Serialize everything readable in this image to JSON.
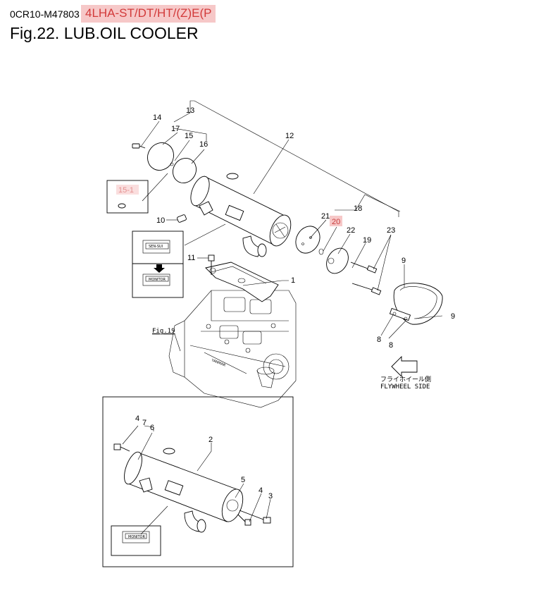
{
  "header": {
    "doc_code": "0CR10-M47803",
    "model": "4LHA-ST/DT/HT/(Z)E(P",
    "title": "Fig.22.  LUB.OIL COOLER"
  },
  "callouts": {
    "c1": "1",
    "c2": "2",
    "c3": "3",
    "c4a": "4",
    "c4b": "4",
    "c5": "5",
    "c6": "6",
    "c7": "7",
    "c8a": "8",
    "c8b": "8",
    "c9a": "9",
    "c9b": "9",
    "c10": "10",
    "c11": "11",
    "c12": "12",
    "c13": "13",
    "c14": "14",
    "c15": "15",
    "c15_1": "15-1",
    "c16": "16",
    "c17": "17",
    "c18": "18",
    "c19": "19",
    "c20": "20",
    "c21": "21",
    "c22": "22",
    "c23": "23"
  },
  "notes": {
    "fig_ref": "Fig.19",
    "flywheel_jp": "フライホイール側",
    "flywheel_en": "FLYWHEEL SIDE"
  },
  "plates": {
    "upper_top": "SEN-SUI",
    "upper_bottom": "MONITOR",
    "lower": "MONITOR"
  },
  "highlight_color": "#c83c3c",
  "highlight_bg": "#f6c8c8"
}
